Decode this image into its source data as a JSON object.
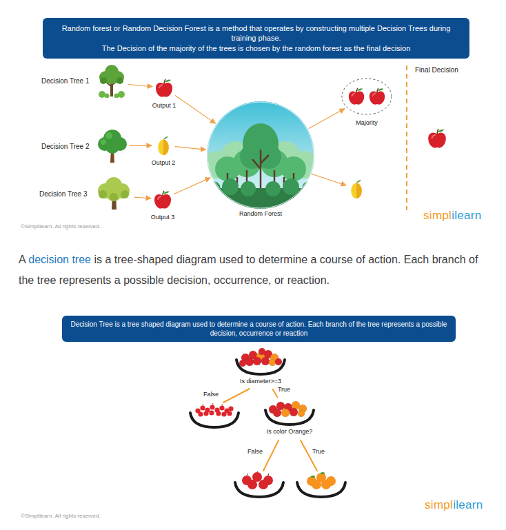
{
  "diagram": {
    "nodes": [
      {
        "text": [
          "Random forest or Random Decision Forest is a method that operates by constructing multiple Decision Trees during training phase.",
          "The Decision of the majority of the trees is chosen by the random forest as the final decision"
        ]
      },
      {
        "text": [
          "Decision Tree 1"
        ]
      },
      {
        "text": [
          "Output 1"
        ]
      },
      {
        "text": [
          "Decision Tree 2"
        ]
      },
      {
        "text": [
          "Output 2"
        ]
      },
      {
        "text": [
          "Decision Tree 3"
        ]
      },
      {
        "text": [
          "Output 3"
        ]
      },
      {
        "text": [
          "Random Forest"
        ]
      },
      {
        "text": [
          "Majority"
        ]
      },
      {
        "text": [
          "Decision Tree is a tree shaped diagram used to determine a course of action. Each branch of the tree represents a possible decision, occurrence or reaction"
        ]
      },
      {
        "text": [
          "Is diameter>=3"
        ]
      },
      {
        "text": [
          "Is color Orange?"
        ]
      }
    ],
    "edges": [
      {
        "from": 1,
        "to": 2,
        "arrow": "to"
      },
      {
        "from": 3,
        "to": 4,
        "arrow": "to"
      },
      {
        "from": 5,
        "to": 6,
        "arrow": "to"
      },
      {
        "from": 2,
        "to": 7,
        "arrow": "to"
      },
      {
        "from": 4,
        "to": 7,
        "arrow": "to"
      },
      {
        "from": 6,
        "to": 7,
        "arrow": "to"
      },
      {
        "from": 7,
        "to": 8,
        "arrow": "to"
      },
      {
        "from": 10,
        "to": 11,
        "label": "True",
        "arrow": "none"
      }
    ],
    "labels": [
      "Final Decision",
      "simplilearn",
      "©Simplilearn. All rights reserved.",
      "A decision tree is a tree-shaped diagram used to determine a course of action. Each branch of the tree represents a possible decision, occurrence, or reaction.",
      "False",
      "False",
      "True",
      "simplilearn",
      "©Simplilearn. All rights reserved."
    ]
  }
}
